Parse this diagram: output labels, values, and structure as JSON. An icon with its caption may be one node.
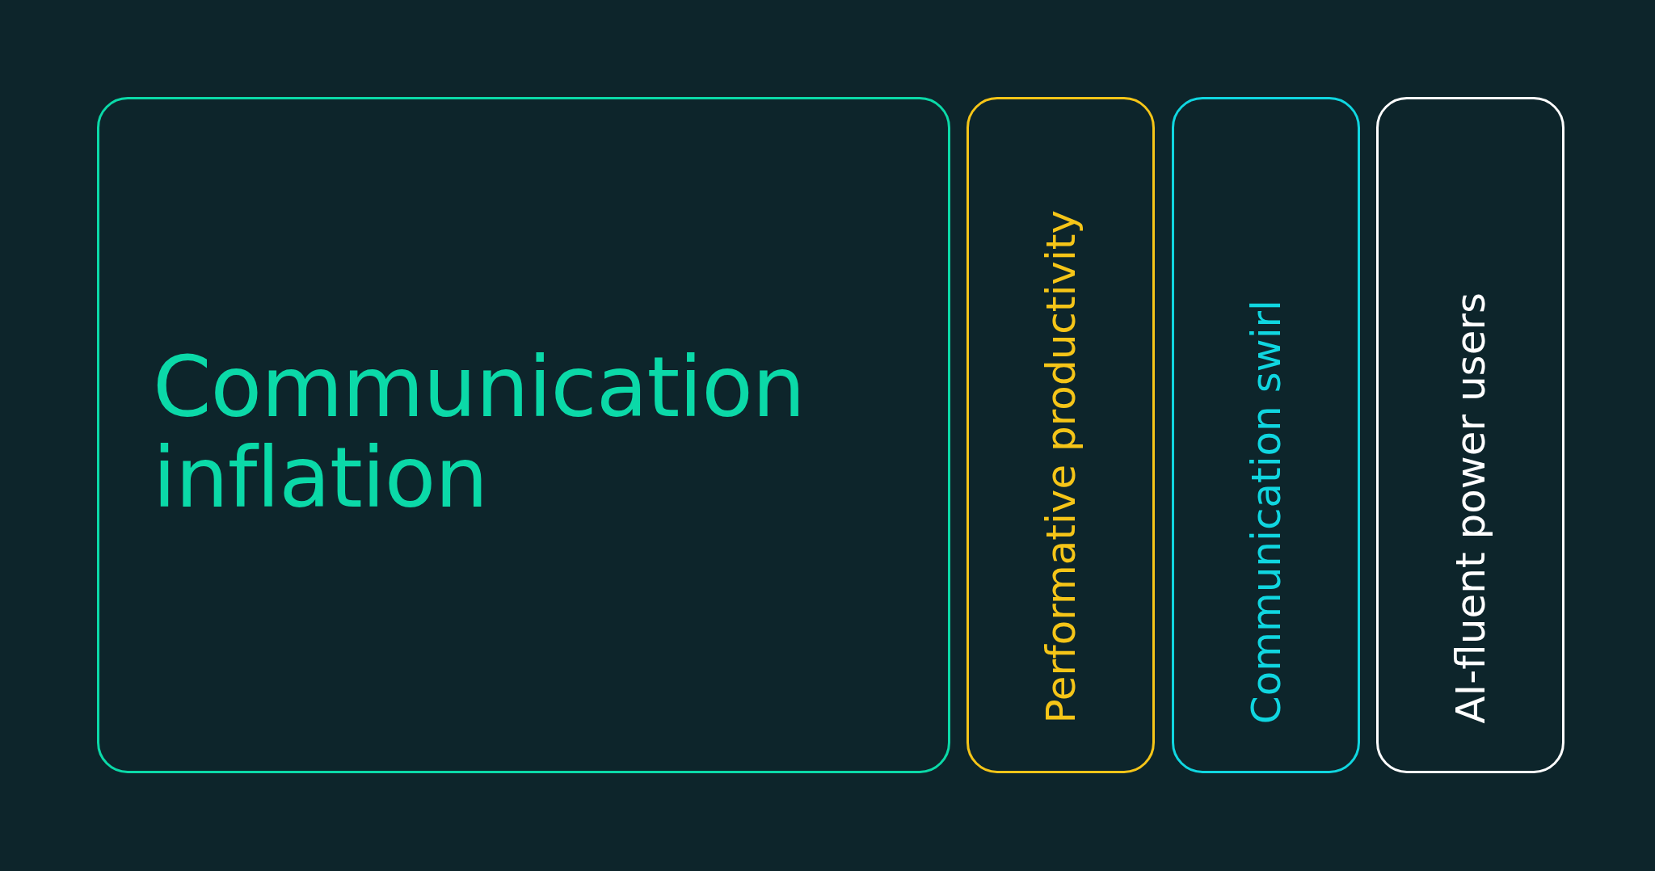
{
  "diagram": {
    "nodes": [
      {
        "text": [
          "Communication inflation"
        ]
      },
      {
        "text": [
          "Performative productivity"
        ]
      },
      {
        "text": [
          "Communication swirl"
        ]
      },
      {
        "text": [
          "AI-fluent power users"
        ]
      }
    ]
  }
}
